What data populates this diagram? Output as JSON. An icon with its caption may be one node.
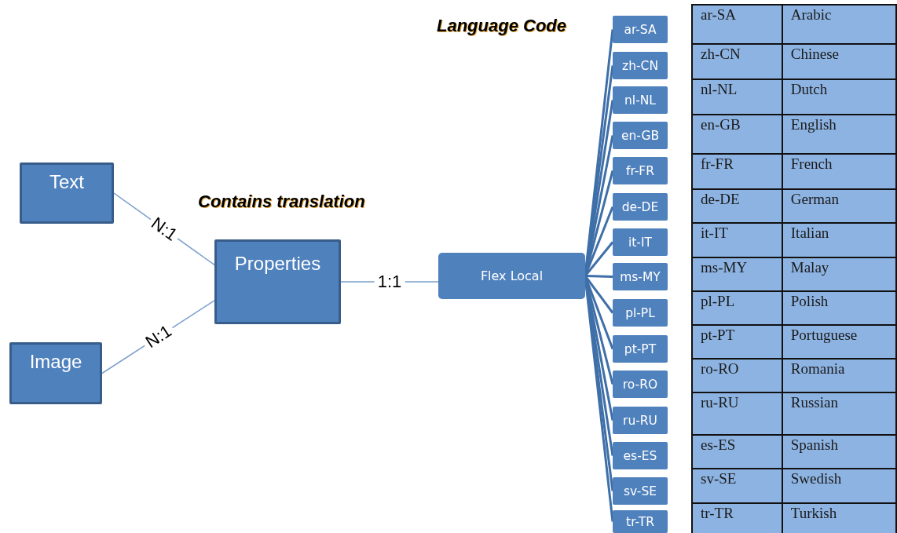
{
  "diagram": {
    "nodes": [
      {
        "text": [
          "Text"
        ]
      },
      {
        "text": [
          "Image"
        ]
      },
      {
        "text": [
          "Properties"
        ]
      },
      {
        "text": [
          "Flex Local"
        ]
      },
      {
        "text": [
          "ar-SA"
        ]
      },
      {
        "text": [
          "zh-CN"
        ]
      },
      {
        "text": [
          "nl-NL"
        ]
      },
      {
        "text": [
          "en-GB"
        ]
      },
      {
        "text": [
          "fr-FR"
        ]
      },
      {
        "text": [
          "de-DE"
        ]
      },
      {
        "text": [
          "it-IT"
        ]
      },
      {
        "text": [
          "ms-MY"
        ]
      },
      {
        "text": [
          "pl-PL"
        ]
      },
      {
        "text": [
          "pt-PT"
        ]
      },
      {
        "text": [
          "ro-RO"
        ]
      },
      {
        "text": [
          "ru-RU"
        ]
      },
      {
        "text": [
          "es-ES"
        ]
      },
      {
        "text": [
          "sv-SE"
        ]
      },
      {
        "text": [
          "tr-TR"
        ]
      }
    ],
    "edges": [
      {
        "from": 0,
        "to": 2,
        "arrow": "none",
        "label": "N:1",
        "color": "#7ba0cd"
      },
      {
        "from": 1,
        "to": 2,
        "arrow": "none",
        "label": "N:1",
        "color": "#7ba0cd"
      },
      {
        "from": 2,
        "to": 3,
        "arrow": "none",
        "label": "1:1",
        "color": "#7ba0cd"
      },
      {
        "from": 3,
        "to": 4,
        "arrow": "none"
      },
      {
        "from": 3,
        "to": 5,
        "arrow": "none"
      },
      {
        "from": 3,
        "to": 6,
        "arrow": "none"
      },
      {
        "from": 3,
        "to": 7,
        "arrow": "none"
      },
      {
        "from": 3,
        "to": 8,
        "arrow": "none"
      },
      {
        "from": 3,
        "to": 9,
        "arrow": "none"
      },
      {
        "from": 3,
        "to": 10,
        "arrow": "none"
      },
      {
        "from": 3,
        "to": 11,
        "arrow": "none"
      },
      {
        "from": 3,
        "to": 12,
        "arrow": "none"
      },
      {
        "from": 3,
        "to": 13,
        "arrow": "none"
      },
      {
        "from": 3,
        "to": 14,
        "arrow": "none"
      },
      {
        "from": 3,
        "to": 15,
        "arrow": "none"
      },
      {
        "from": 3,
        "to": 16,
        "arrow": "none"
      },
      {
        "from": 3,
        "to": 17,
        "arrow": "none"
      },
      {
        "from": 3,
        "to": 18,
        "arrow": "none"
      }
    ],
    "labels": [
      "Contains translation",
      "Language Code",
      "ar-SA",
      "Arabic",
      "zh-CN",
      "Chinese",
      "nl-NL",
      "Dutch",
      "en-GB",
      "English",
      "fr-FR",
      "French",
      "de-DE",
      "German",
      "it-IT",
      "Italian",
      "ms-MY",
      "Malay",
      "pl-PL",
      "Polish",
      "pt-PT",
      "Portuguese",
      "ro-RO",
      "Romania",
      "ru-RU",
      "Russian",
      "es-ES",
      "Spanish",
      "sv-SE",
      "Swedish",
      "tr-TR",
      "Turkish"
    ]
  }
}
